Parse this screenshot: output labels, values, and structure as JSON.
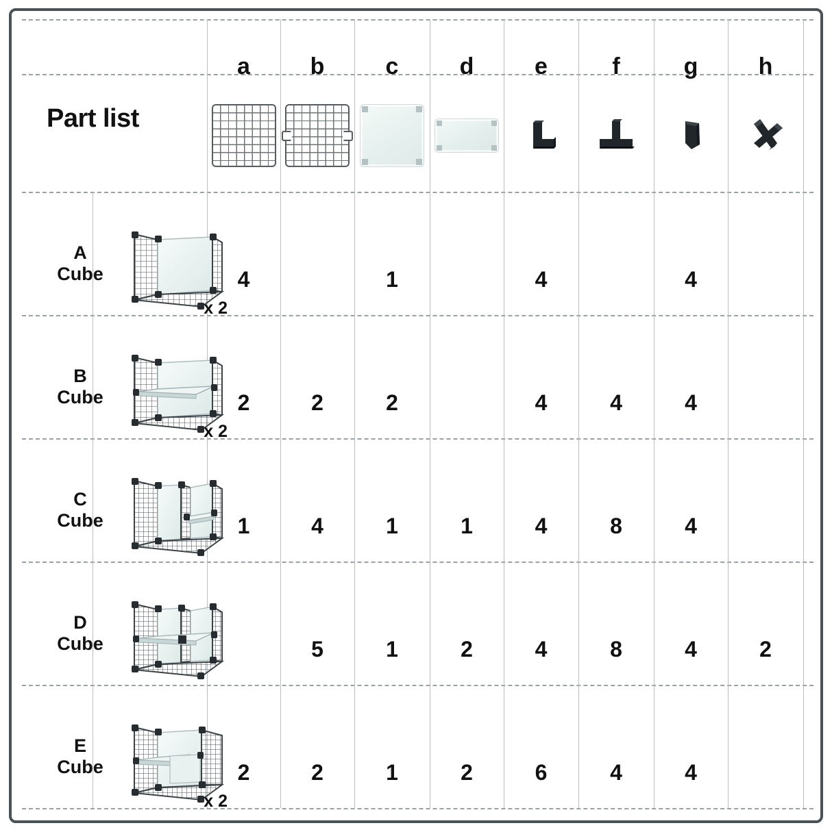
{
  "title": "Part list",
  "columns": [
    {
      "id": "a",
      "label": "a",
      "icon": "wire-grid-panel-plain"
    },
    {
      "id": "b",
      "label": "b",
      "icon": "wire-grid-panel-notched"
    },
    {
      "id": "c",
      "label": "c",
      "icon": "square-glass-panel"
    },
    {
      "id": "d",
      "label": "d",
      "icon": "rectangular-glass-panel"
    },
    {
      "id": "e",
      "label": "e",
      "icon": "l-corner-connector"
    },
    {
      "id": "f",
      "label": "f",
      "icon": "t-connector"
    },
    {
      "id": "g",
      "label": "g",
      "icon": "wedge-clip-connector"
    },
    {
      "id": "h",
      "label": "h",
      "icon": "x-cross-connector"
    }
  ],
  "rows": [
    {
      "id": "A",
      "label_line1": "A",
      "label_line2": "Cube",
      "image": "cube-a-single-open",
      "multiplier": "x 2",
      "counts": [
        "4",
        "",
        "1",
        "",
        "4",
        "",
        "4",
        ""
      ]
    },
    {
      "id": "B",
      "label_line1": "B",
      "label_line2": "Cube",
      "image": "cube-b-one-shelf",
      "multiplier": "x 2",
      "counts": [
        "2",
        "2",
        "2",
        "",
        "4",
        "4",
        "4",
        ""
      ]
    },
    {
      "id": "C",
      "label_line1": "C",
      "label_line2": "Cube",
      "image": "cube-c-divided",
      "multiplier": "",
      "counts": [
        "1",
        "4",
        "1",
        "1",
        "4",
        "8",
        "4",
        ""
      ]
    },
    {
      "id": "D",
      "label_line1": "D",
      "label_line2": "Cube",
      "image": "cube-d-quad",
      "multiplier": "",
      "counts": [
        "",
        "5",
        "1",
        "2",
        "4",
        "8",
        "4",
        "2"
      ]
    },
    {
      "id": "E",
      "label_line1": "E",
      "label_line2": "Cube",
      "image": "cube-e-half-shelf",
      "multiplier": "x 2",
      "counts": [
        "2",
        "2",
        "1",
        "2",
        "6",
        "4",
        "4",
        ""
      ]
    }
  ],
  "colors": {
    "frame": "#4a5257",
    "rule_dashed": "#9aa0a4",
    "rule_solid": "#b9bdc0",
    "connector_black": "#20262a",
    "panel_glass": "#e6f0ee",
    "wire_gray": "#555b5e",
    "text": "#111111"
  }
}
